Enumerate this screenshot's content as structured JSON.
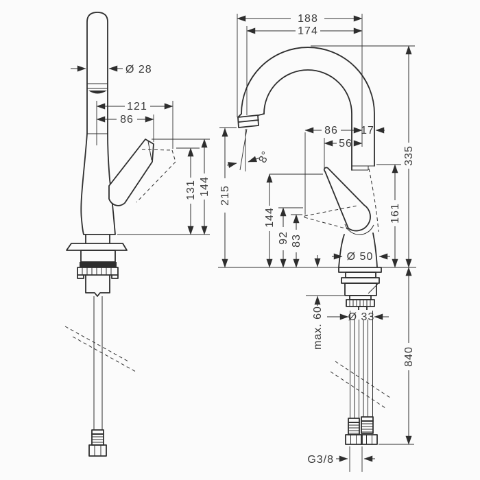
{
  "page": {
    "background": "#fbfbfb",
    "line_color": "#2e2e2e",
    "kind": "faucet technical dimension drawing"
  },
  "drawing": {
    "front_view": {
      "spout_diameter": "Ø 28",
      "handle_swing_reach": "121",
      "handle_reach": "86",
      "handle_height_low": "131",
      "handle_height_high": "144"
    },
    "side_view": {
      "overall_reach": "188",
      "spout_reach": "174",
      "outlet_angle": "8°",
      "outlet_height": "215",
      "handle_reach_forward": "86",
      "spout_edge_offset": "17",
      "handle_reach_up": "56",
      "handle_tip_height": "144",
      "handle_mid_height": "92",
      "handle_low_height": "83",
      "body_joint_height": "161",
      "overall_height": "335",
      "base_diameter": "Ø 50",
      "shank_diameter": "Ø 33",
      "max_counter_thickness": "max. 60",
      "hose_length": "840",
      "connection_thread": "G3/8"
    }
  }
}
